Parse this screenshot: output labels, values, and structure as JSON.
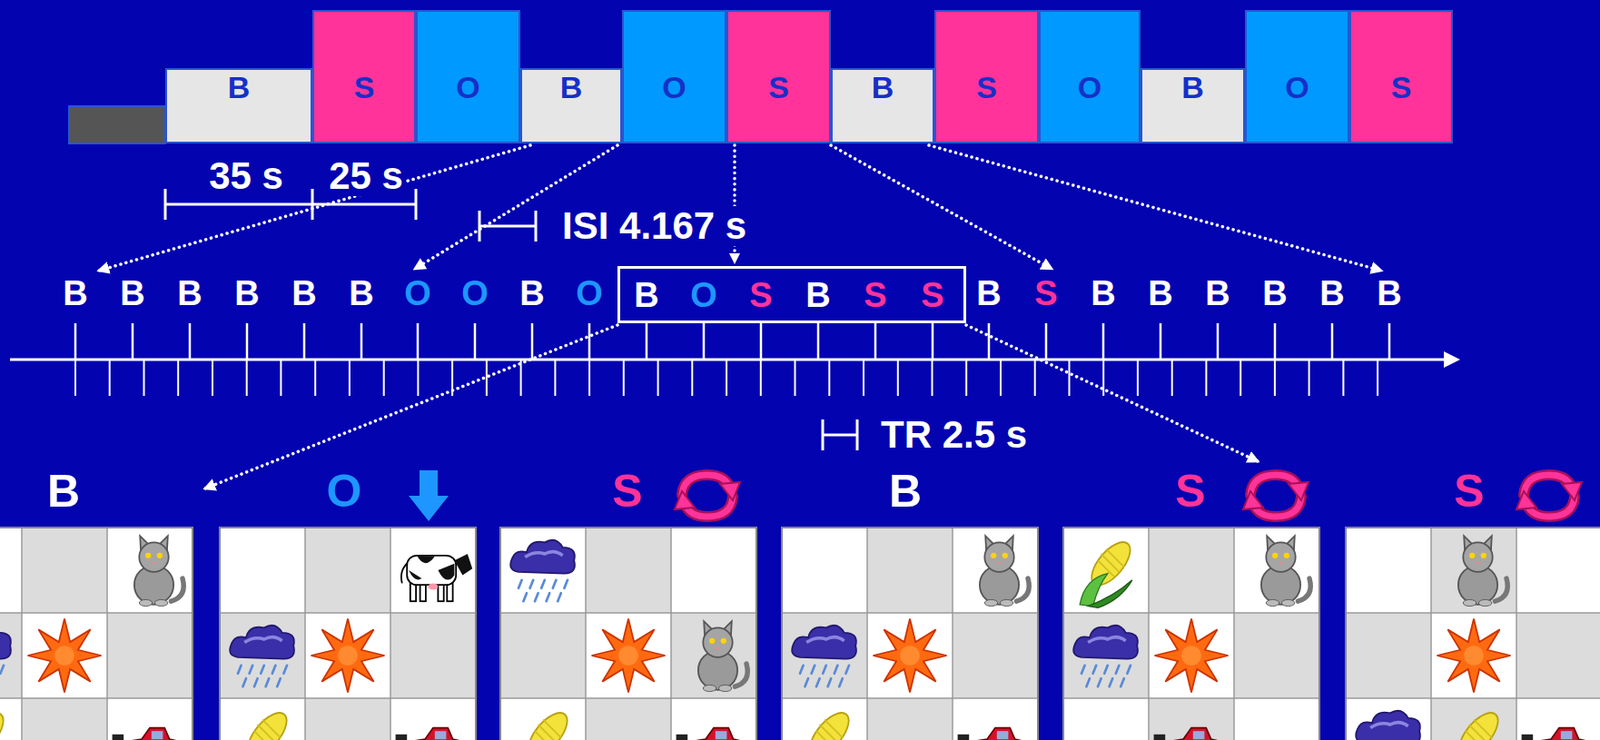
{
  "diagram": {
    "nodes": [
      {
        "text": [
          "B"
        ]
      },
      {
        "text": [
          "S"
        ]
      },
      {
        "text": [
          "O"
        ]
      },
      {
        "text": [
          "B"
        ]
      },
      {
        "text": [
          "O"
        ]
      },
      {
        "text": [
          "S"
        ]
      },
      {
        "text": [
          "B"
        ]
      },
      {
        "text": [
          "S"
        ]
      },
      {
        "text": [
          "O"
        ]
      },
      {
        "text": [
          "B"
        ]
      },
      {
        "text": [
          "O"
        ]
      },
      {
        "text": [
          "S"
        ]
      },
      {
        "text": [
          "B",
          "O",
          "S",
          "B",
          "S",
          "S"
        ]
      }
    ],
    "edges": [
      {
        "from": 5,
        "to": 12,
        "arrow": "to"
      }
    ],
    "labels": [
      "35 s",
      "25 s",
      "ISI 4.167 s",
      "B",
      "B",
      "B",
      "B",
      "B",
      "B",
      "O",
      "O",
      "B",
      "O",
      "B",
      "S",
      "B",
      "B",
      "B",
      "B",
      "B",
      "B",
      "TR 2.5 s",
      "B",
      "O",
      "S",
      "B",
      "S",
      "S"
    ]
  }
}
